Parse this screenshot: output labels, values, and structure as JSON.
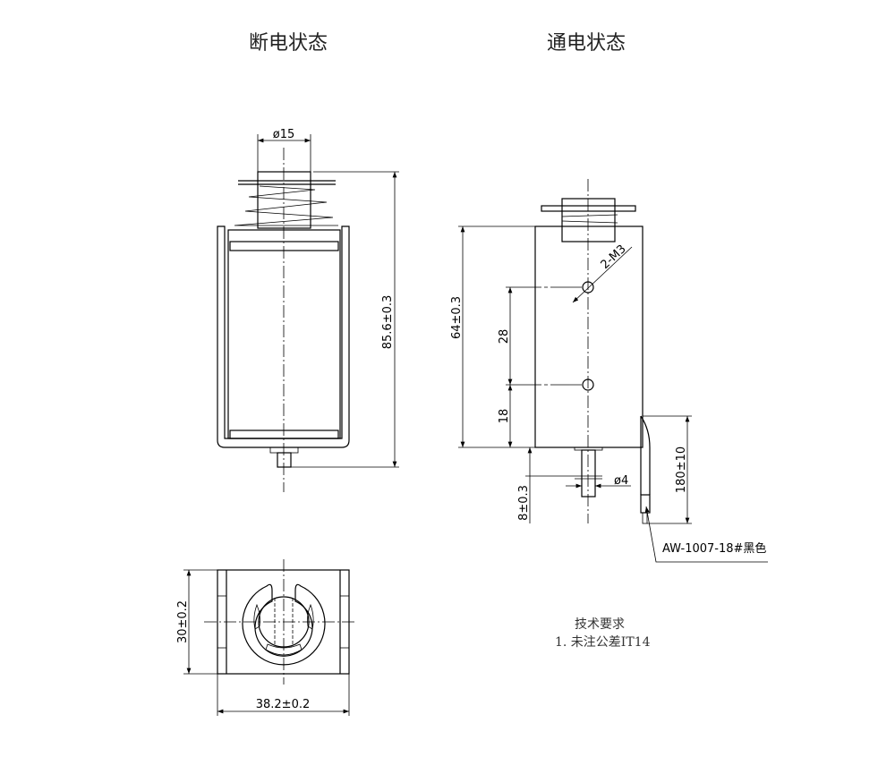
{
  "titles": {
    "off_state": "断电状态",
    "on_state": "通电状态"
  },
  "dimensions": {
    "diameter_top": "ø15",
    "total_length": "85.6±0.3",
    "body_length": "64±0.3",
    "hole_spacing": "28",
    "hole_offset": "18",
    "thread": "2-M3",
    "stroke": "8±0.3",
    "plunger_diameter": "ø4",
    "wire_length": "180±10",
    "width": "38.2±0.2",
    "height": "30±0.2"
  },
  "wire_label": "AW-1007-18#黑色",
  "notes": {
    "heading": "技术要求",
    "item1": "1. 未注公差IT14"
  }
}
